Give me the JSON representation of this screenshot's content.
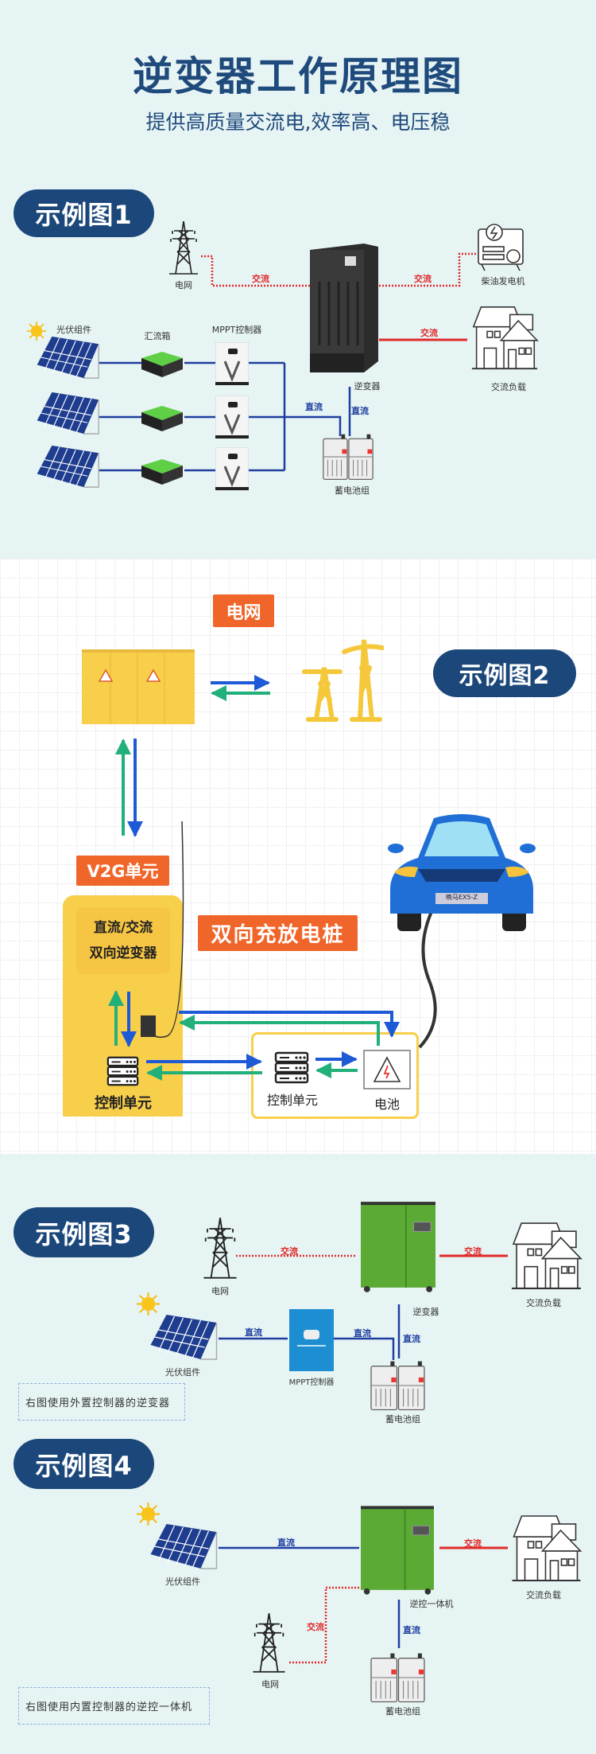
{
  "header": {
    "title": "逆变器工作原理图",
    "subtitle": "提供高质量交流电,效率高、电压稳"
  },
  "colors": {
    "title": "#1f4a7c",
    "pill": "#1b477a",
    "ac_line": "#e02a2a",
    "dc_line": "#1f3fa0",
    "section_bg": "#e7f4f4",
    "orange_label": "#f0662a",
    "yellow": "#f8cf4a"
  },
  "example1": {
    "badge": "示例图1",
    "grid": "电网",
    "ac1": "交流",
    "ac2": "交流",
    "ac3": "交流",
    "generator": "柴油发电机",
    "load": "交流负载",
    "pv": "光伏组件",
    "combiner": "汇流箱",
    "mppt": "MPPT控制器",
    "inverter": "逆变器",
    "dc1": "直流",
    "dc2": "直流",
    "battery": "蓄电池组"
  },
  "example2": {
    "badge": "示例图2",
    "grid": "电网",
    "v2g": "V2G单元",
    "converter_line1": "直流/交流",
    "converter_line2": "双向逆变器",
    "pile": "双向充放电桩",
    "control1": "控制单元",
    "control2": "控制单元",
    "battery": "电池",
    "plate": "晚马EX5-Z"
  },
  "example3": {
    "badge": "示例图3",
    "grid": "电网",
    "ac1": "交流",
    "ac2": "交流",
    "inverter": "逆变器",
    "load": "交流负载",
    "pv": "光伏组件",
    "dc1": "直流",
    "mppt": "MPPT控制器",
    "dc2": "直流",
    "dc3": "直流",
    "battery": "蓄电池组",
    "note": "右图使用外置控制器的逆变器"
  },
  "example4": {
    "badge": "示例图4",
    "pv": "光伏组件",
    "dc1": "直流",
    "ac1": "交流",
    "load": "交流负载",
    "inverter": "逆控一体机",
    "ac2": "交流",
    "grid": "电网",
    "dc2": "直流",
    "battery": "蓄电池组",
    "note": "右图使用内置控制器的逆控一体机"
  }
}
